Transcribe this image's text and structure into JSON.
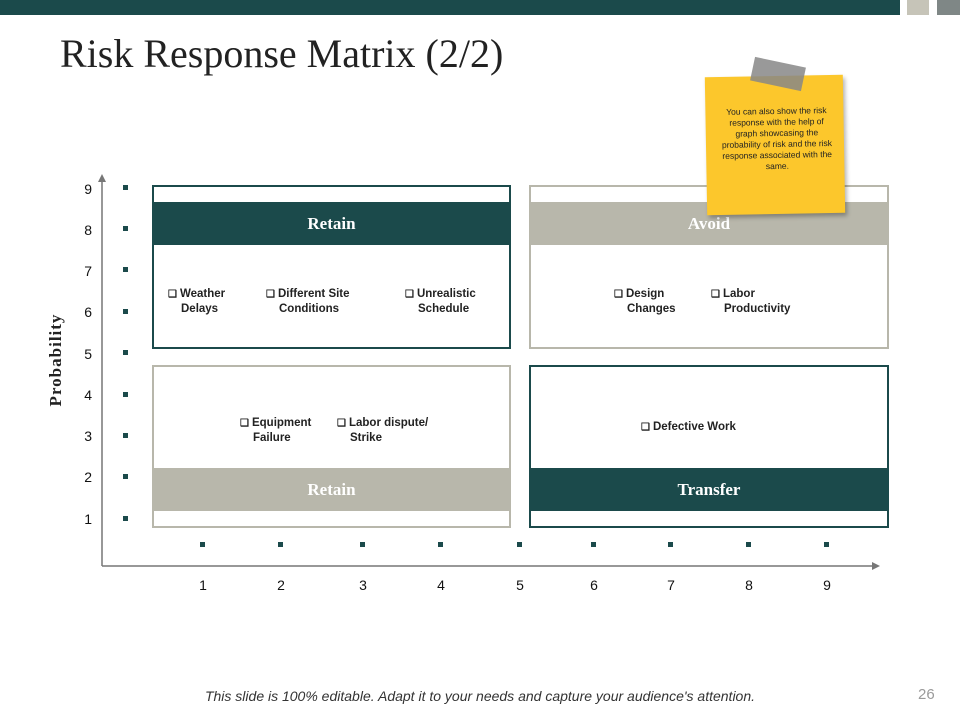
{
  "title": "Risk Response Matrix (2/2)",
  "y_axis_label": "Probability",
  "y_ticks": [
    "9",
    "8",
    "7",
    "6",
    "5",
    "4",
    "3",
    "2",
    "1"
  ],
  "x_ticks": [
    "1",
    "2",
    "3",
    "4",
    "5",
    "6",
    "7",
    "8",
    "9"
  ],
  "quadrants": {
    "top_left": {
      "label": "Retain",
      "items": [
        {
          "line1": "Weather",
          "line2": "Delays"
        },
        {
          "line1": "Different Site",
          "line2": "Conditions"
        },
        {
          "line1": "Unrealistic",
          "line2": "Schedule"
        }
      ]
    },
    "top_right": {
      "label": "Avoid",
      "items": [
        {
          "line1": "Design",
          "line2": "Changes"
        },
        {
          "line1": "Labor",
          "line2": "Productivity"
        }
      ]
    },
    "bottom_left": {
      "label": "Retain",
      "items": [
        {
          "line1": "Equipment",
          "line2": "Failure"
        },
        {
          "line1": "Labor dispute/",
          "line2": "Strike"
        }
      ]
    },
    "bottom_right": {
      "label": "Transfer",
      "items": [
        {
          "line1": "Defective Work",
          "line2": ""
        }
      ]
    }
  },
  "sticky_note": "You can also show the risk response with the help of graph showcasing the probability of risk and the risk response associated with the same.",
  "footer": "This slide is 100% editable. Adapt it to your needs and capture your audience's attention.",
  "page_number": "26",
  "colors": {
    "dark_teal": "#1b4a4b",
    "gray": "#b8b7ab",
    "note_yellow": "#fcc72c"
  }
}
